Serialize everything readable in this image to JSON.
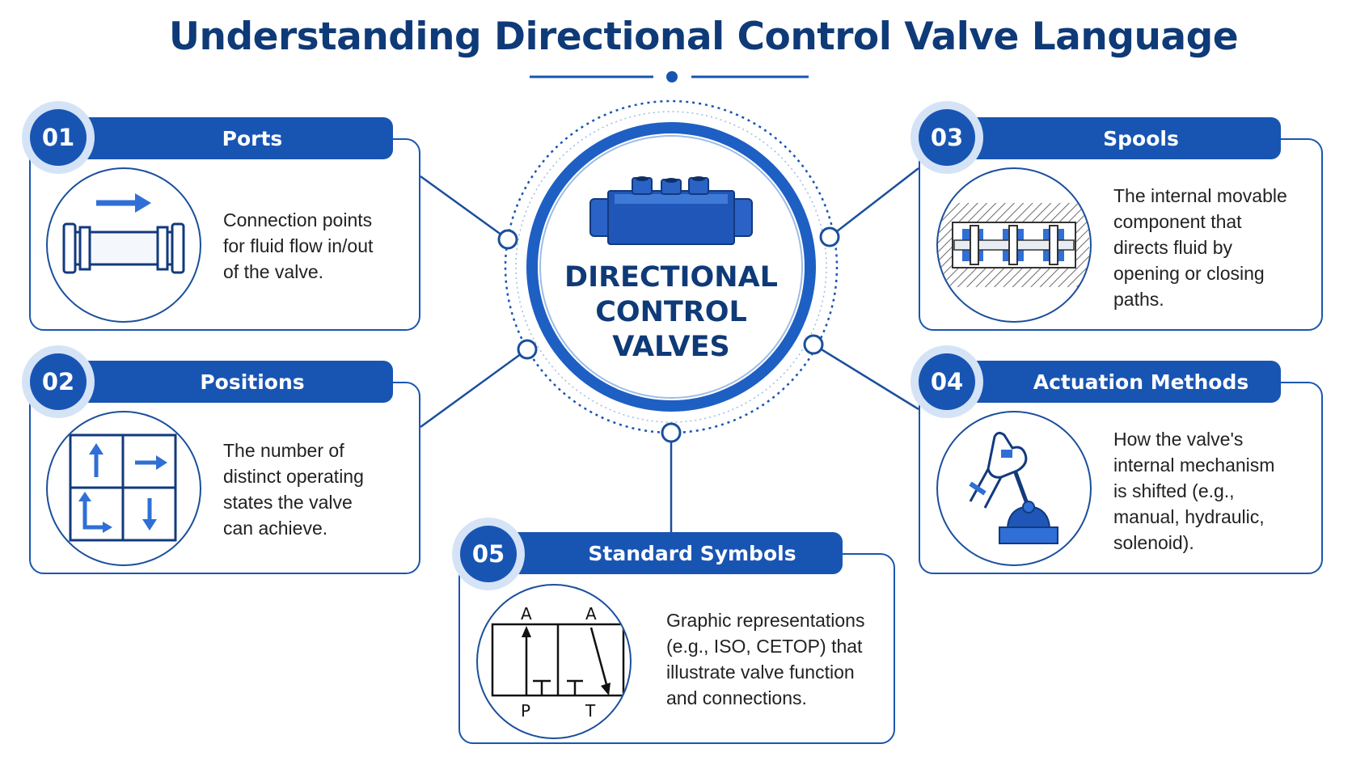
{
  "title": "Understanding Directional Control Valve Language",
  "center": {
    "label": "DIRECTIONAL\nCONTROL\nVALVES"
  },
  "cards": [
    {
      "number": "01",
      "heading": "Ports",
      "description": "Connection points\nfor fluid flow in/out\nof the valve.",
      "icon": "pipe-flow-icon"
    },
    {
      "number": "02",
      "heading": "Positions",
      "description": "The number of\ndistinct operating\nstates the valve\ncan achieve.",
      "icon": "position-grid-icon"
    },
    {
      "number": "03",
      "heading": "Spools",
      "description": "The internal movable\ncomponent that\ndirects fluid by\nopening or closing\npaths.",
      "icon": "spool-cutaway-icon"
    },
    {
      "number": "04",
      "heading": "Actuation Methods",
      "description": "How the valve's\ninternal mechanism\nis shifted (e.g.,\nmanual, hydraulic,\nsolenoid).",
      "icon": "hand-lever-icon"
    },
    {
      "number": "05",
      "heading": "Standard Symbols",
      "description": "Graphic representations\n(e.g., ISO, CETOP) that\nillustrate valve function\nand connections.",
      "icon": "valve-symbol-icon"
    }
  ],
  "symbol_labels": {
    "a1": "A",
    "a2": "A",
    "p": "P",
    "t": "T"
  },
  "colors": {
    "primary": "#1855b3",
    "dark": "#0f3a78",
    "badge_ring": "#d5e3f6",
    "accent": "#2f6fd6"
  }
}
